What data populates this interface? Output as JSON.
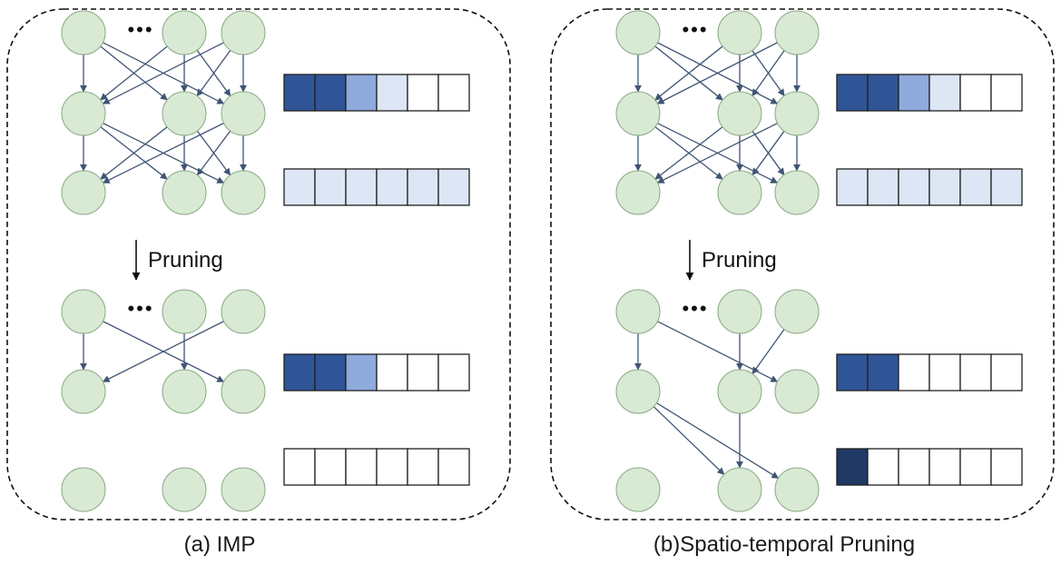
{
  "colors": {
    "node_fill": "#d8ead3",
    "node_stroke": "#8aa886",
    "edge": "#3f5573",
    "box_border": "#202020",
    "dash": "#111111",
    "cell_palette": [
      "#ffffff",
      "#dce6f4",
      "#8faadc",
      "#2f5597",
      "#1f3864"
    ]
  },
  "panels": [
    {
      "id": "imp",
      "caption": "(a) IMP",
      "ellipsis": "•••",
      "pruning_label": "Pruning",
      "before": {
        "edges_layer1": [
          [
            0,
            0
          ],
          [
            0,
            1
          ],
          [
            0,
            2
          ],
          [
            1,
            0
          ],
          [
            1,
            1
          ],
          [
            1,
            2
          ],
          [
            2,
            0
          ],
          [
            2,
            1
          ],
          [
            2,
            2
          ]
        ],
        "edges_layer2": [
          [
            0,
            0
          ],
          [
            0,
            1
          ],
          [
            0,
            2
          ],
          [
            1,
            0
          ],
          [
            1,
            1
          ],
          [
            1,
            2
          ],
          [
            2,
            0
          ],
          [
            2,
            1
          ],
          [
            2,
            2
          ]
        ],
        "bar_top": [
          3,
          3,
          2,
          1,
          0,
          0
        ],
        "bar_bottom": [
          1,
          1,
          1,
          1,
          1,
          1
        ]
      },
      "after": {
        "edges_layer1": [
          [
            0,
            0
          ],
          [
            0,
            2
          ],
          [
            1,
            1
          ],
          [
            2,
            0
          ]
        ],
        "edges_layer2": [],
        "bar_top": [
          3,
          3,
          2,
          0,
          0,
          0
        ],
        "bar_bottom": [
          0,
          0,
          0,
          0,
          0,
          0
        ]
      }
    },
    {
      "id": "spatio-temporal",
      "caption": "(b)Spatio-temporal Pruning",
      "ellipsis": "•••",
      "pruning_label": "Pruning",
      "before": {
        "edges_layer1": [
          [
            0,
            0
          ],
          [
            0,
            1
          ],
          [
            0,
            2
          ],
          [
            1,
            0
          ],
          [
            1,
            1
          ],
          [
            1,
            2
          ],
          [
            2,
            0
          ],
          [
            2,
            1
          ],
          [
            2,
            2
          ]
        ],
        "edges_layer2": [
          [
            0,
            0
          ],
          [
            0,
            1
          ],
          [
            0,
            2
          ],
          [
            1,
            0
          ],
          [
            1,
            1
          ],
          [
            1,
            2
          ],
          [
            2,
            0
          ],
          [
            2,
            1
          ],
          [
            2,
            2
          ]
        ],
        "bar_top": [
          3,
          3,
          2,
          1,
          0,
          0
        ],
        "bar_bottom": [
          1,
          1,
          1,
          1,
          1,
          1
        ]
      },
      "after": {
        "edges_layer1": [
          [
            0,
            0
          ],
          [
            0,
            2
          ],
          [
            1,
            1
          ],
          [
            2,
            1
          ]
        ],
        "edges_layer2": [
          [
            0,
            1
          ],
          [
            1,
            1
          ],
          [
            0,
            2
          ]
        ],
        "bar_top": [
          3,
          3,
          0,
          0,
          0,
          0
        ],
        "bar_bottom": [
          4,
          0,
          0,
          0,
          0,
          0
        ]
      }
    }
  ]
}
